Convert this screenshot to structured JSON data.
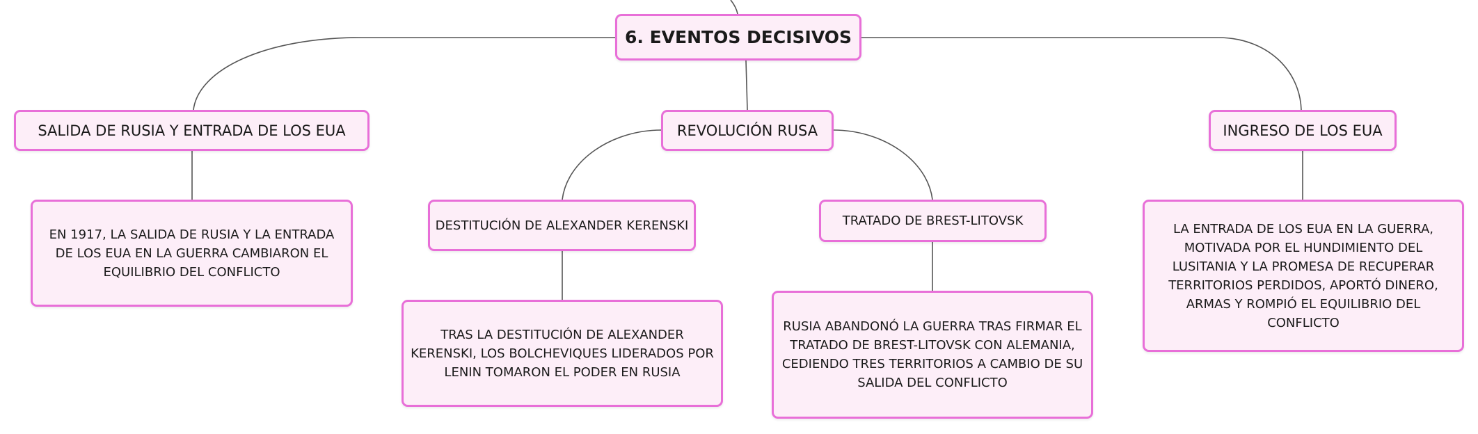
{
  "diagram": {
    "root": {
      "label": "6. EVENTOS DECISIVOS"
    },
    "topics": {
      "salida": {
        "label": "SALIDA DE RUSIA Y ENTRADA DE LOS EUA"
      },
      "revolucion": {
        "label": "REVOLUCIÓN RUSA"
      },
      "ingreso": {
        "label": "INGRESO DE LOS EUA"
      }
    },
    "subtopics": {
      "kerenski": {
        "label": "DESTITUCIÓN DE ALEXANDER KERENSKI"
      },
      "brest": {
        "label": "TRATADO DE BREST-LITOVSK"
      }
    },
    "details": {
      "salida": {
        "text": "EN 1917, LA SALIDA DE RUSIA Y LA ENTRADA DE LOS EUA EN LA GUERRA CAMBIARON EL EQUILIBRIO DEL CONFLICTO"
      },
      "kerenski": {
        "text": "TRAS LA DESTITUCIÓN DE ALEXANDER KERENSKI, LOS BOLCHEVIQUES LIDERADOS POR LENIN TOMARON EL PODER EN RUSIA"
      },
      "brest": {
        "text": "RUSIA ABANDONÓ LA GUERRA TRAS FIRMAR EL TRATADO DE BREST-LITOVSK CON ALEMANIA, CEDIENDO TRES TERRITORIOS A CAMBIO DE SU SALIDA DEL CONFLICTO"
      },
      "ingreso": {
        "text": "LA ENTRADA DE LOS EUA EN LA GUERRA, MOTIVADA POR EL HUNDIMIENTO DEL LUSITANIA Y LA PROMESA DE RECUPERAR TERRITORIOS PERDIDOS, APORTÓ DINERO, ARMAS Y ROMPIÓ EL EQUILIBRIO DEL CONFLICTO"
      }
    },
    "colors": {
      "node_fill": "#fdeef8",
      "node_border": "#e86fd8",
      "connector": "#555555",
      "text": "#1a1a1a"
    }
  }
}
